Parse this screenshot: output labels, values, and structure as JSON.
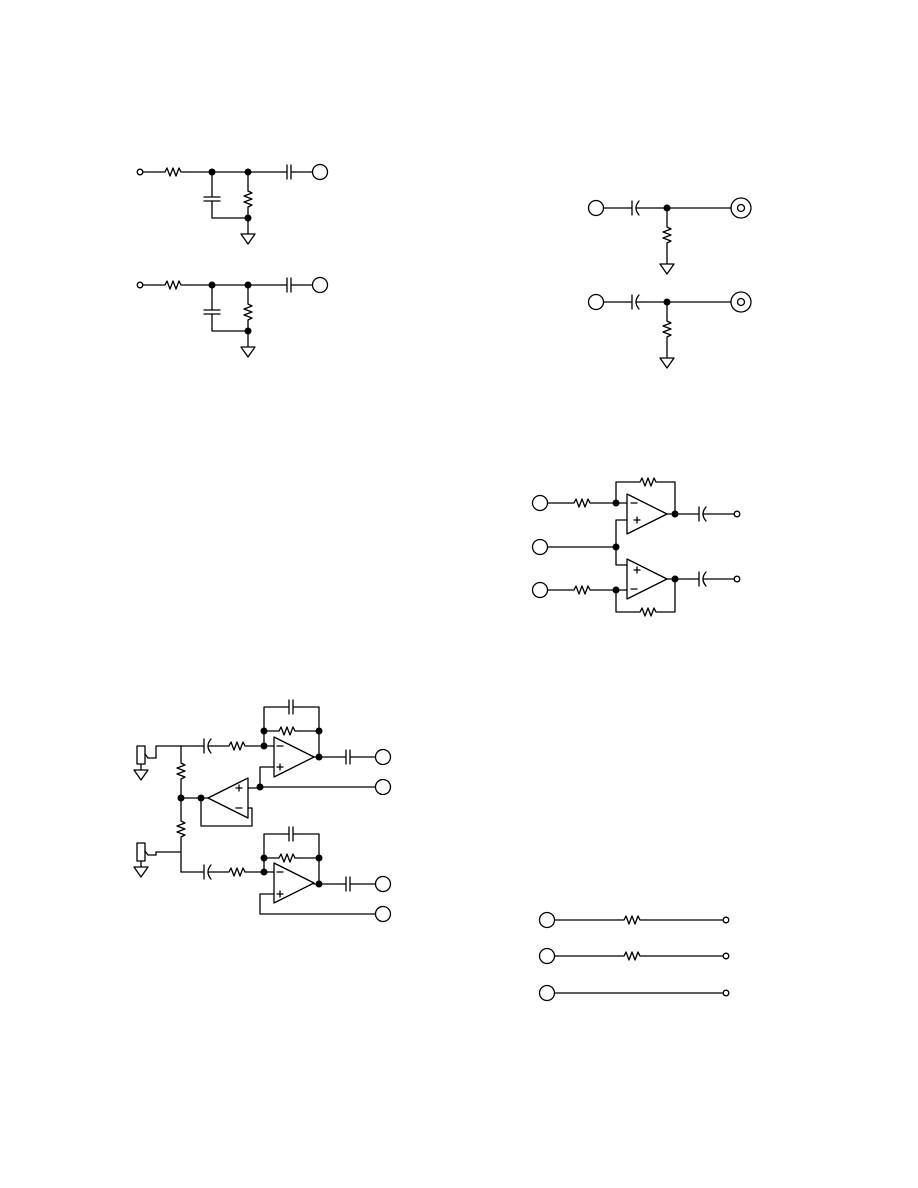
{
  "diagram": {
    "type": "electronic-schematic",
    "printed_text": [],
    "stroke_color": "#000000",
    "background_color": "#ffffff",
    "sections": [
      "rc-output-filter-pair",
      "coax-input-coupling-pair",
      "opamp-buffer-pair",
      "microphone-preamplifier",
      "resistor-connection-lines"
    ]
  }
}
